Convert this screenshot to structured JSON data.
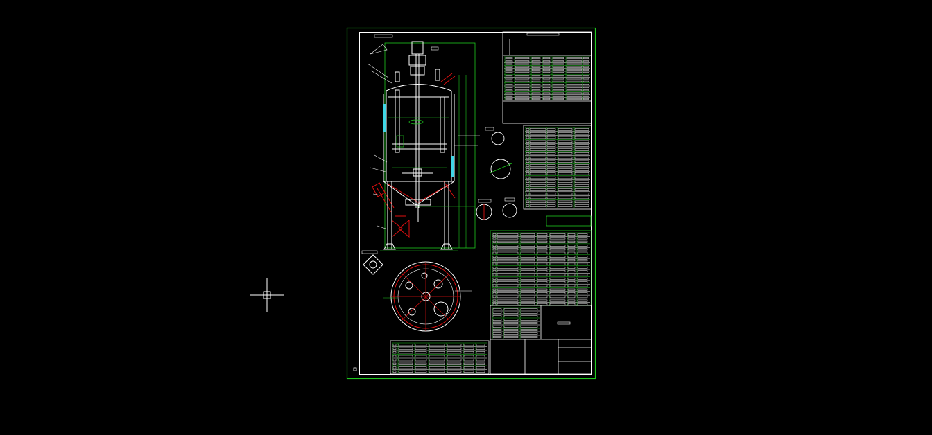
{
  "viewport": {
    "background": "#000000"
  },
  "colors": {
    "frame": "#1fc81f",
    "linework": "#ffffff",
    "construction": "#1fc81f",
    "section_red": "#e01010",
    "hatch_cyan": "#3fd7e6",
    "dim_green": "#1a9f1a"
  },
  "cursor": {
    "icon": "crosshair-pickbox-icon"
  },
  "drawing": {
    "sheet": "vessel-assembly-sheet",
    "views": [
      "elevation-section",
      "plan-view",
      "detail-views"
    ],
    "tables": [
      "technical-spec-table",
      "nozzle-table",
      "parts-list",
      "title-block"
    ]
  }
}
